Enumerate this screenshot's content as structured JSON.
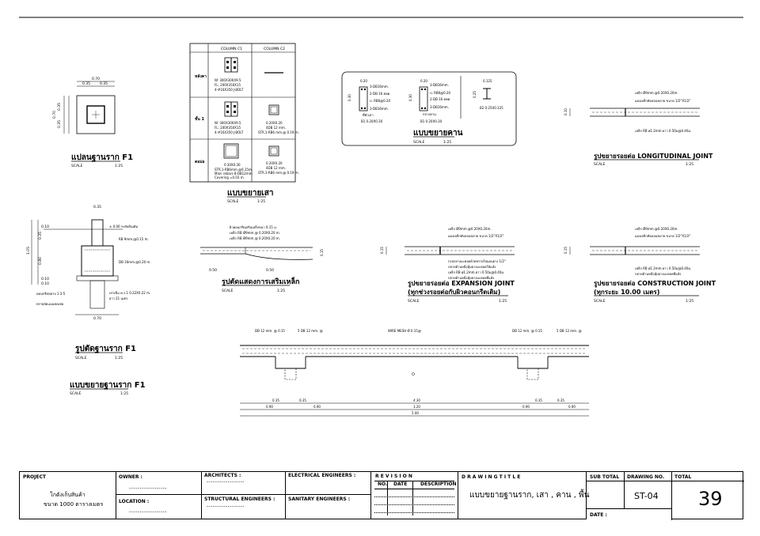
{
  "drawings": {
    "plan_f1": {
      "title": "แปลนฐานราก F1",
      "scale": "SCALE",
      "scale_val": "1:25",
      "dims": [
        "0.70",
        "0.35",
        "0.35",
        "0.35",
        "0.35",
        "0.70"
      ]
    },
    "section_f1": {
      "title": "รูปตัดฐานราก F1",
      "scale": "SCALE",
      "scale_val": "1:25",
      "dims": [
        "0.35",
        "0.10",
        "0.35",
        "1.05",
        "0.80",
        "0.10",
        "0.10",
        "0.70"
      ],
      "notes": [
        "± 0.00 ระดับดินเดิม",
        "RB 9mm.@0.15 m.",
        "DB 16mm.@0.20 m.",
        "คอนกรีตหยาบ 1:3:5",
        "ทรายอัดแน่นชดเชย",
        "เสาเข็ม ค.ร.1 0.22X0.22 m.",
        "ยาว 21 เมตร"
      ]
    },
    "detail_f1": {
      "title": "แบบขยายฐานราก F1",
      "scale": "SCALE",
      "scale_val": "1:25"
    },
    "column_table": {
      "title": "แบบขยายเสา",
      "scale": "SCALE",
      "scale_val": "1:25",
      "headers": [
        "COLUMN C1",
        "COLUMN C2"
      ],
      "rows": [
        {
          "label": "หลังคา",
          "c1": [
            "W: 300X300X9.5",
            "FL: 200X350X15",
            "4-#16X350 J-BOLT"
          ],
          "c2": []
        },
        {
          "label": "ชั้น 1",
          "c1": [
            "W: 300X300X9.5",
            "FL: 200X350X15",
            "4-#16X350 J-BOLT"
          ],
          "c2": [
            "0.20X0.20",
            "4DB 12 mm.",
            "STR.1-RB6 mm.@ 0.19 m."
          ]
        },
        {
          "label": "ตอม่อ",
          "c1": [
            "0.30X0.30",
            "STR.1-RB6mm.@0.15m.",
            "Main rebars 8-DB12mm.",
            "Covering =0.03 m."
          ],
          "c2": [
            "0.20X0.20",
            "4DB 12 mm.",
            "STR.1-RB6 mm.@ 0.19 m."
          ]
        }
      ]
    },
    "beam_detail": {
      "title": "แบบขยายคาน",
      "scale": "SCALE",
      "scale_val": "1:25",
      "b1": [
        "0.20",
        "0.30",
        "3-DB16mm.",
        "2-DB 16 ตพค",
        "ป. RB6@0.20",
        "3-DB16mm.",
        "ที่หัวเสา",
        "B1   0.20X0.30"
      ],
      "b1b": [
        "0.20",
        "0.30",
        "3-DB16mm.",
        "ป. RB6@0.20",
        "2-DB 16 ตพค",
        "3-DB16mm.",
        "กลางคาน",
        "B1   0.20X0.30"
      ],
      "b2": [
        "0.125",
        "0.25",
        "B2   0.25X0.125"
      ]
    },
    "long_joint": {
      "title": "รูปขยายรอยต่อ LONGITUDINAL JOINT",
      "scale": "SCALE",
      "scale_val": "1:25",
      "notes": [
        "เหล็ก Ø9mm.@0.20X0.20m.",
        "แผงเหล็กพับลอนขยาย ขนาด 1/2\"X1/2\"",
        "เหล็ก RB ø1.2mm.ยาว 0.50ม@0.40ม."
      ],
      "dim": "0.10"
    },
    "rebar_section": {
      "title": "รูปตัดแสดงการเสริมเหล็ก",
      "scale": "SCALE",
      "scale_val": "1:25",
      "notes": [
        "ผิวคอนกรีตเสริมเหล็กหนา 0.15 ม.",
        "เหล็ก RB Ø9mm.@ 0.20X0.20 m.",
        "เหล็ก RB Ø9mm.@ 0.20X0.20 m."
      ],
      "dims": [
        "0.50",
        "0.50",
        "0.15"
      ]
    },
    "expansion_joint": {
      "title": "รูปขยายรอยต่อ EXPANSION JOINT",
      "subtitle": "(ทุกช่วงรอยต่อกับผิวคอนกรีตเดิม)",
      "scale": "SCALE",
      "scale_val": "1:25",
      "notes": [
        "เหล็ก Ø9mm.@0.20X0.20m.",
        "แผงเหล็กพับลอนขยาย ขนาด 1/2\"X1/2\"",
        "กรอกยางมะตอยด้วยทรายใสแผนยาง 1/2\"",
        "ปลายด้านหนึ่งหุ้มยางมะตอยให้แห้ง",
        "เหล็ก RB ø1.2mm.ยาว 0.50ม@0.40ม.",
        "ปลายด้านหนึ่งหุ้มยางมะตอยที่แห้ง"
      ],
      "dim": "0.15"
    },
    "construction_joint": {
      "title": "รูปขยายรอยต่อ CONSTRUCTION JOINT",
      "subtitle": "(ทุกระยะ 10.00 เมตร)",
      "scale": "SCALE",
      "scale_val": "1:25",
      "notes": [
        "เหล็ก Ø9mm.@0.20X0.20m.",
        "แผงเหล็กพับลอนขยาย ขนาด 1/2\"X1/2\"",
        "เหล็ก RB ø1.2mm.ยาว 0.50ม@0.40ม.",
        "ปลายด้านหนึ่งหุ้มยางมะตอยที่แห้ง"
      ],
      "dim": "0.15"
    },
    "long_section": {
      "labels": [
        "DB 12 mm. @ 0.15",
        "5 DB 12 mm. @",
        "WIRE MESH Ø 0.15@",
        "DB 12 mm. @ 0.15",
        "5 DB 12 mm. @"
      ],
      "dims_top": [
        "0.35",
        "0.35",
        "4.30",
        "0.35",
        "0.35"
      ],
      "dims_mid": [
        "0.90",
        "0.90",
        "3.20",
        "0.90",
        "0.90"
      ],
      "dims_total": "5.00"
    }
  },
  "title_block": {
    "project_label": "PROJECT",
    "project_name": "โกดังเก็บสินค้า",
    "project_size": "ขนาด 1000 ตารางเมตร",
    "owner_label": "OWNER :",
    "location_label": "LOCATION :",
    "architects_label": "ARCHITECTS :",
    "structural_label": "STRUCTURAL ENGINEERS :",
    "electrical_label": "ELECTRICAL ENGINEERS :",
    "sanitary_label": "SANITARY ENGINEERS :",
    "revision_label": "R E V I S I O N",
    "rev_no": "NO.",
    "rev_date": "DATE",
    "rev_desc": "DESCRIPTION",
    "drawing_title_label": "D R A W I N G   T I T L E",
    "drawing_title": "แบบขยายฐานราก, เสา , คาน , พื้น",
    "subtotal_label": "SUB TOTAL",
    "drawing_no_label": "DRAWING NO.",
    "drawing_no": "ST-04",
    "date_label": "DATE :",
    "total_label": "TOTAL",
    "total": "39",
    "dashes": "------------------"
  }
}
